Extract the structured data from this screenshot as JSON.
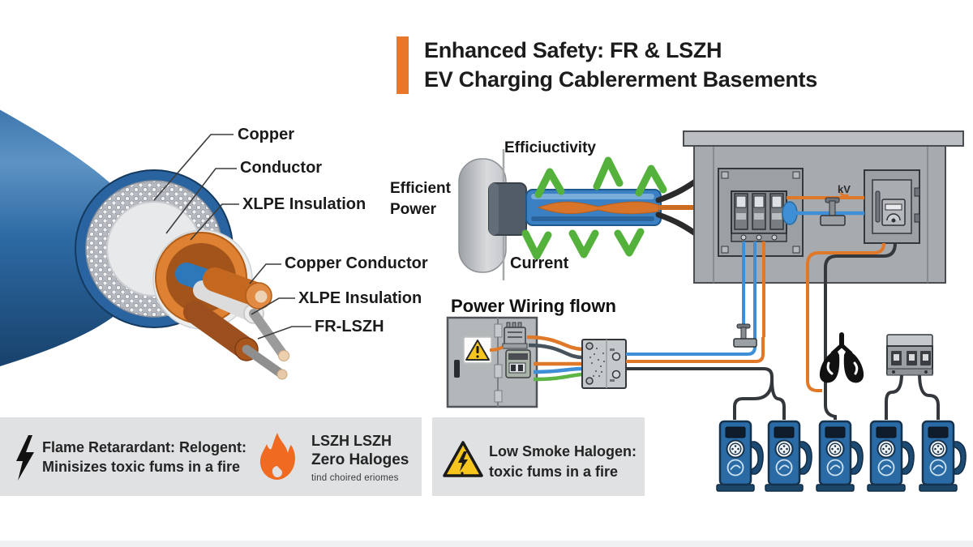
{
  "title": {
    "line1": "Enhanced Safety: FR & LSZH",
    "line2": "EV Charging Cablererment Basements"
  },
  "cable_diagram": {
    "labels": {
      "copper": "Copper",
      "conductor": "Conductor",
      "xlpe_outer": "XLPE Insulation",
      "copper_conductor": "Copper Conductor",
      "xlpe_inner": "XLPE Insulation",
      "fr_lszh": "FR-LSZH"
    }
  },
  "efficiency_diagram": {
    "top_label": "Efficiuctivity",
    "left_label_line1": "Efficient",
    "left_label_line2": "Power",
    "bottom_label": "Current"
  },
  "wiring_diagram": {
    "heading": "Power Wiring flown"
  },
  "panel_diagram": {
    "kv_label": "kV"
  },
  "callouts": {
    "flame": {
      "title": "Flame Retarardant: Relogent:",
      "subtitle": "Minisizes toxic fums in a fire",
      "lszh_line1": "LSZH LSZH",
      "lszh_line2": "Zero Haloges",
      "lszh_line3": "tind choired eriomes"
    },
    "smoke": {
      "title": "Low Smoke Halogen:",
      "subtitle": "toxic fums in a fire"
    }
  },
  "icons": {
    "bolt": "lightning-bolt-icon",
    "flame": "flame-icon",
    "warning": "warning-triangle-icon",
    "lungs": "lungs-icon",
    "charger_count": 5
  },
  "colors": {
    "accent_orange": "#E8772B",
    "cable_blue": "#2D6AA3",
    "wire_orange": "#E0782A",
    "wire_blue": "#3F8FD6",
    "wire_green": "#5CB544",
    "wire_dark": "#34383C",
    "charger_blue": "#2A6AA5",
    "flame_orange": "#F06A21",
    "warning_yellow": "#F6C51E",
    "callout_gray": "#DFE1E3",
    "structure_gray": "#A7ABAF"
  }
}
